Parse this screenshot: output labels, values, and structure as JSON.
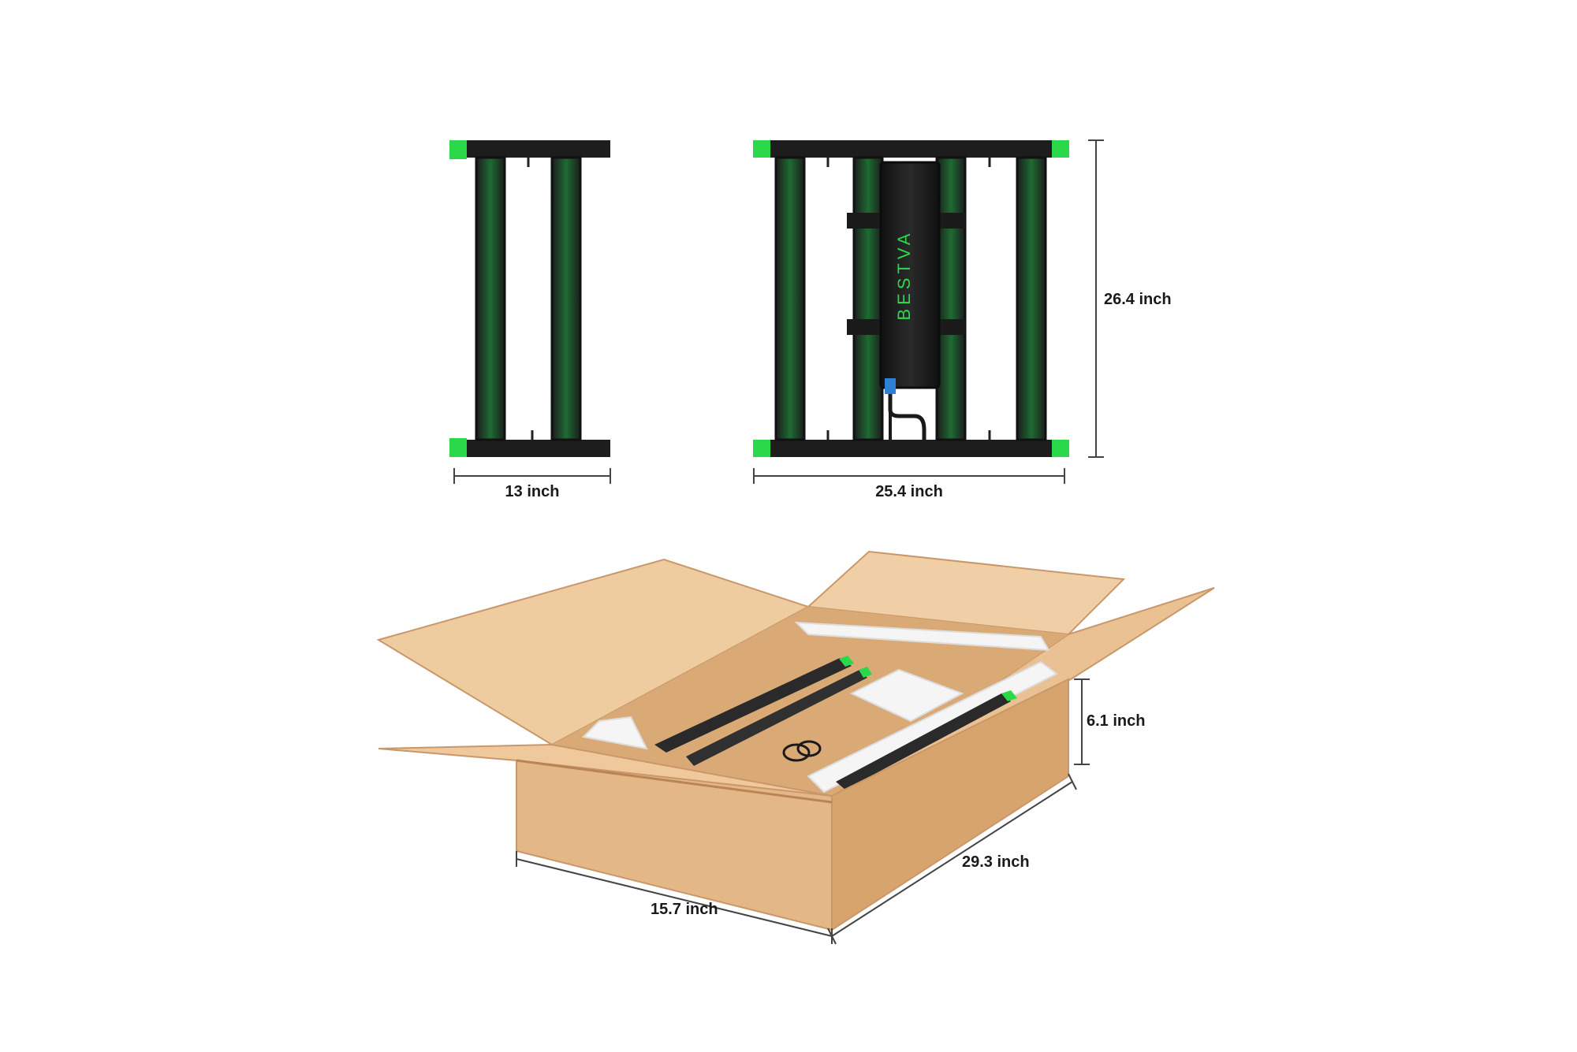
{
  "dimensions": {
    "fixture_depth": "13 inch",
    "fixture_width": "25.4 inch",
    "fixture_length": "26.4 inch",
    "box_height": "6.1 inch",
    "box_length": "29.3 inch",
    "box_width": "15.7 inch"
  },
  "brand": {
    "logo_text": "BESTVA"
  },
  "colors": {
    "frame": "#1f1f1f",
    "accent_green": "#2bd84a",
    "cardboard_light": "#ecc79a",
    "cardboard_mid": "#e2b886",
    "cardboard_dark": "#d2a06c",
    "foam": "#f4f4f4",
    "dimension_line": "#444444"
  }
}
